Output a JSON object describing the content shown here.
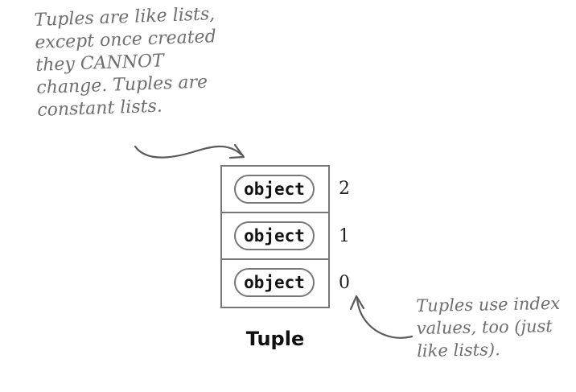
{
  "annotations": {
    "top_note": [
      "Tuples are like lists,",
      "except once created",
      "they CANNOT",
      "change. Tuples are",
      "constant lists."
    ],
    "right_note": [
      "Tuples use index",
      "values, too (just",
      "like lists)."
    ]
  },
  "tuple": {
    "label": "Tuple",
    "slots": [
      {
        "object": "object",
        "index": "2"
      },
      {
        "object": "object",
        "index": "1"
      },
      {
        "object": "object",
        "index": "0"
      }
    ]
  },
  "colors": {
    "annotation": "#6f6f6f",
    "outline": "#777777",
    "text": "#111111"
  }
}
